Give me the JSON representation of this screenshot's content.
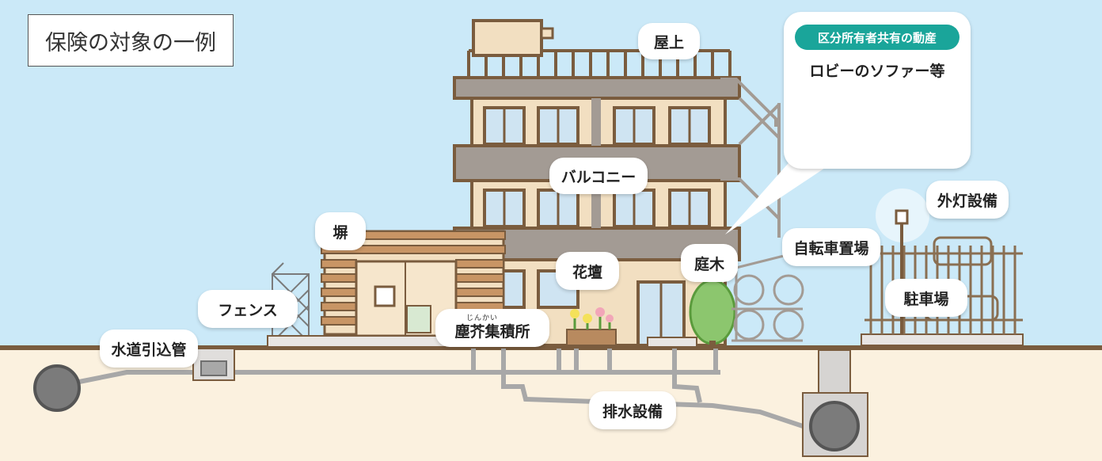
{
  "title": "保険の対象の一例",
  "panel": {
    "tag": "区分所有者共有の動産",
    "caption": "ロビーのソファー等"
  },
  "labels": {
    "rooftop": "屋上",
    "balcony": "バルコニー",
    "wall": "塀",
    "fence": "フェンス",
    "water_pipe": "水道引込管",
    "waste_area": "塵芥集積所",
    "waste_area_ruby": "じんかい",
    "flower_bed": "花壇",
    "garden_tree": "庭木",
    "bike_parking": "自転車置場",
    "outdoor_light": "外灯設備",
    "parking": "駐車場",
    "drainage": "排水設備"
  },
  "colors": {
    "sky": "#cbe9f8",
    "ground": "#fbf1df",
    "building": "#f2dfc1",
    "outline": "#7a5c3e",
    "accent": "#1aa59a",
    "sofa": "#e07a72",
    "pipe": "#a8a8a8"
  }
}
